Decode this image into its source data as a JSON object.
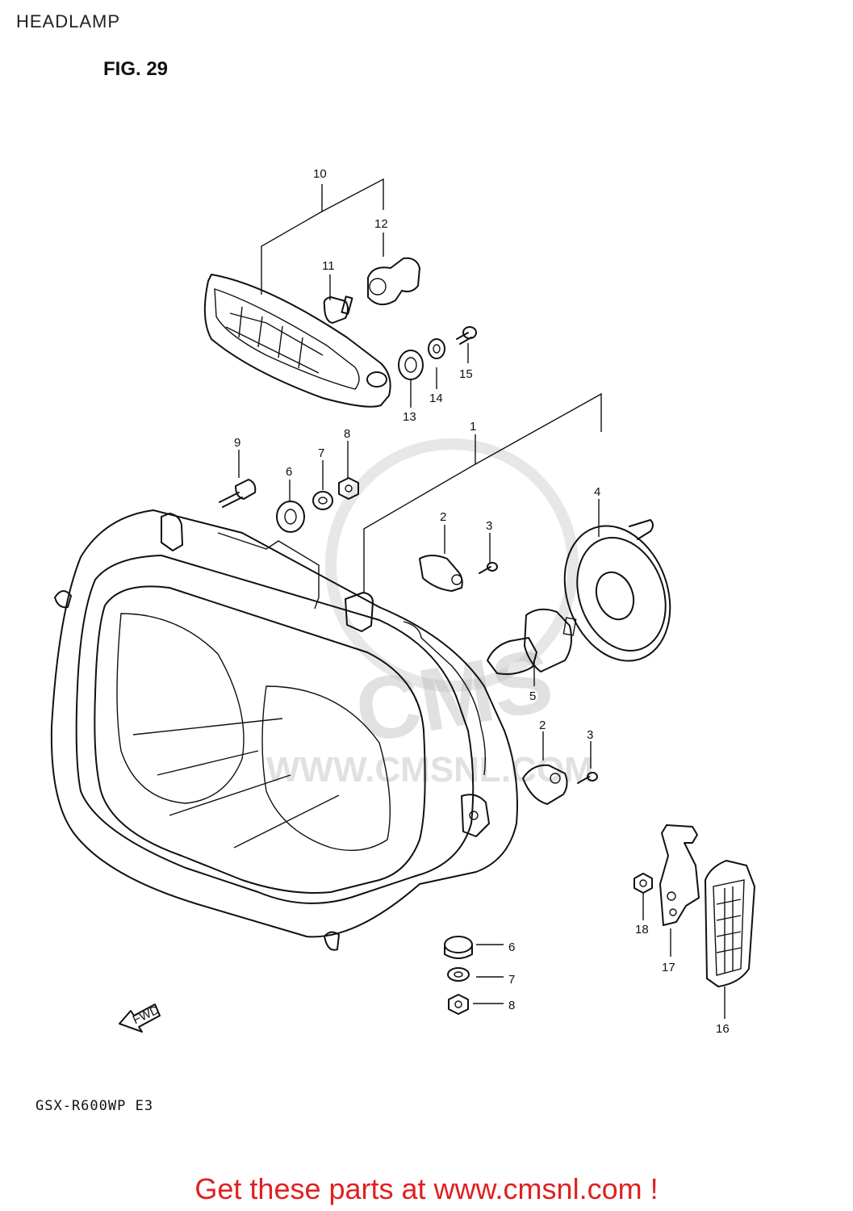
{
  "header": {
    "title": "HEADLAMP",
    "figure": "FIG. 29"
  },
  "model": "GSX-R600WP E3",
  "watermark": {
    "text": "WWW.CMSNL.COM",
    "brand": "CMS"
  },
  "fwd_label": "FWD",
  "footer": {
    "link_text": "Get these parts at www.cmsnl.com !",
    "color": "#e02020"
  },
  "callouts": [
    {
      "id": "c1",
      "label": "1"
    },
    {
      "id": "c2a",
      "label": "2"
    },
    {
      "id": "c3a",
      "label": "3"
    },
    {
      "id": "c4",
      "label": "4"
    },
    {
      "id": "c5",
      "label": "5"
    },
    {
      "id": "c2b",
      "label": "2"
    },
    {
      "id": "c3b",
      "label": "3"
    },
    {
      "id": "c6a",
      "label": "6"
    },
    {
      "id": "c7a",
      "label": "7"
    },
    {
      "id": "c8a",
      "label": "8"
    },
    {
      "id": "c9",
      "label": "9"
    },
    {
      "id": "c10",
      "label": "10"
    },
    {
      "id": "c11",
      "label": "11"
    },
    {
      "id": "c12",
      "label": "12"
    },
    {
      "id": "c13",
      "label": "13"
    },
    {
      "id": "c14",
      "label": "14"
    },
    {
      "id": "c15",
      "label": "15"
    },
    {
      "id": "c6b",
      "label": "6"
    },
    {
      "id": "c7b",
      "label": "7"
    },
    {
      "id": "c8b",
      "label": "8"
    },
    {
      "id": "c16",
      "label": "16"
    },
    {
      "id": "c17",
      "label": "17"
    },
    {
      "id": "c18",
      "label": "18"
    }
  ]
}
